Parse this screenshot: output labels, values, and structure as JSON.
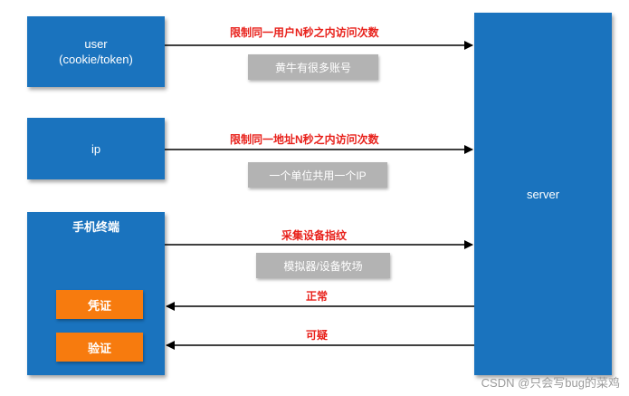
{
  "clients": {
    "user": {
      "line1": "user",
      "line2": "(cookie/token)"
    },
    "ip": {
      "label": "ip"
    },
    "mobile": {
      "label": "手机终端",
      "credential_button": "凭证",
      "verify_button": "验证"
    }
  },
  "server": {
    "label": "server"
  },
  "flows": {
    "user_rule": "限制同一用户N秒之内访问次数",
    "user_note": "黄牛有很多账号",
    "ip_rule": "限制同一地址N秒之内访问次数",
    "ip_note": "一个单位共用一个IP",
    "mobile_rule": "采集设备指纹",
    "mobile_note": "模拟器/设备牧场",
    "normal": "正常",
    "suspicious": "可疑"
  },
  "watermark": "CSDN @只会写bug的菜鸡",
  "colors": {
    "box": "#1a73be",
    "orange": "#f77b0e",
    "label_red": "#e8211b",
    "note_gray": "#b3b3b3"
  }
}
